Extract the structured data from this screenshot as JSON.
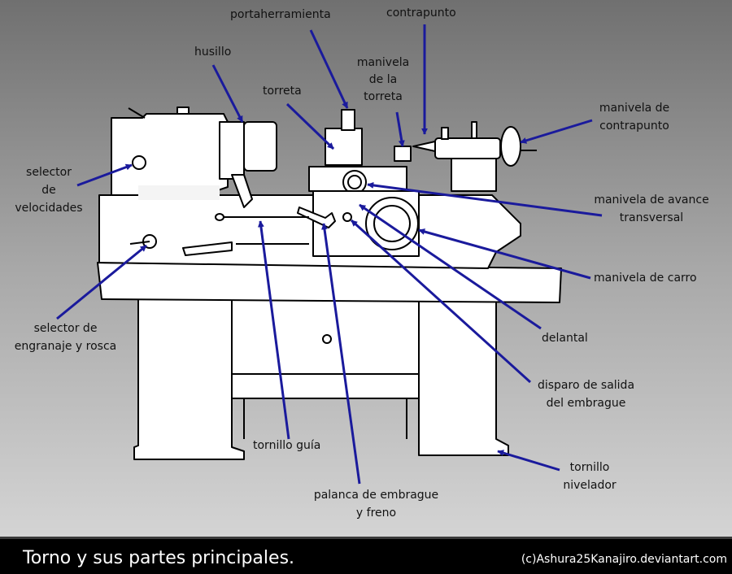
{
  "labels": {
    "portaherramienta": "portaherramienta",
    "contrapunto": "contrapunto",
    "husillo": "husillo",
    "manivela_torreta": "manivela\nde la\ntorreta",
    "torreta": "torreta",
    "manivela_contrapunto": "manivela de\ncontrapunto",
    "selector_velocidades": "selector\nde\nvelocidades",
    "manivela_avance": "manivela de avance\ntransversal",
    "manivela_carro": "manivela de carro",
    "selector_engranaje": "selector de\nengranaje y rosca",
    "delantal": "delantal",
    "disparo_embrague": "disparo de salida\ndel embrague",
    "tornillo_guia": "tornillo guía",
    "tornillo_nivelador": "tornillo\nnivelador",
    "palanca_embrague": "palanca de embrague\ny freno"
  },
  "footer": {
    "title": "Torno y sus partes principales.",
    "credit": "(c)Ashura25Kanajiro.deviantart.com"
  },
  "colors": {
    "arrow": "#1a1a9c",
    "machine_fill": "#ffffff",
    "machine_stroke": "#000000"
  }
}
